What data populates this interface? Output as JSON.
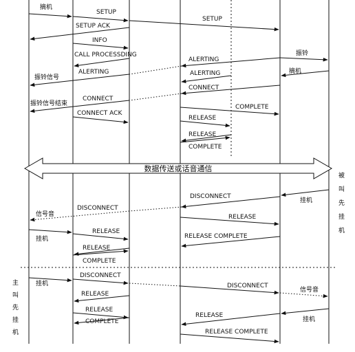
{
  "top_section": {
    "offhook_left": "摘机",
    "setup_1": "SETUP",
    "setup_2": "SETUP",
    "setup_ack": "SETUP ACK",
    "info": "INFO",
    "call_processing": "CALL PROCESSDING",
    "alerting_1": "ALERTING",
    "alerting_2": "ALERTING",
    "alerting_3": "ALERTING",
    "ringing_right": "振铃",
    "offhook_right": "摘机",
    "ringback_left": "振铃信号",
    "connect_1": "CONNECT",
    "connect_2": "CONNECT",
    "ringback_end": "振铃信号结束",
    "connect_ack": "CONNECT ACK",
    "complete_1": "COMPLETE",
    "release_1": "RELEASE",
    "release_2": "RELEASE",
    "complete_2": "COMPLETE"
  },
  "middle": {
    "data_transfer": "数据传送或话音通信"
  },
  "callee_first": {
    "side_label": [
      "被",
      "叫",
      "先",
      "挂",
      "机"
    ],
    "onhook_right": "挂机",
    "disconnect_1": "DISCONNECT",
    "disconnect_2": "DISCONNECT",
    "busy_tone_left": "信号音",
    "release_1": "RELEASE",
    "onhook_left": "挂机",
    "release_2": "RELEASE",
    "release_complete": "RELEASE COMPLETE",
    "release_3": "RELEASE",
    "complete": "COMPLETE"
  },
  "caller_first": {
    "side_label": [
      "主",
      "叫",
      "先",
      "挂",
      "机"
    ],
    "onhook_left": "挂机",
    "disconnect_1": "DISCONNECT",
    "disconnect_2": "DISCONNECT",
    "busy_tone_right": "信号音",
    "release_1": "RELEASE",
    "release_2": "RELEASE",
    "complete": "COMPLETE",
    "release_3": "RELEASE",
    "onhook_right": "挂机",
    "release_complete": "RELEASE COMPLETE"
  }
}
